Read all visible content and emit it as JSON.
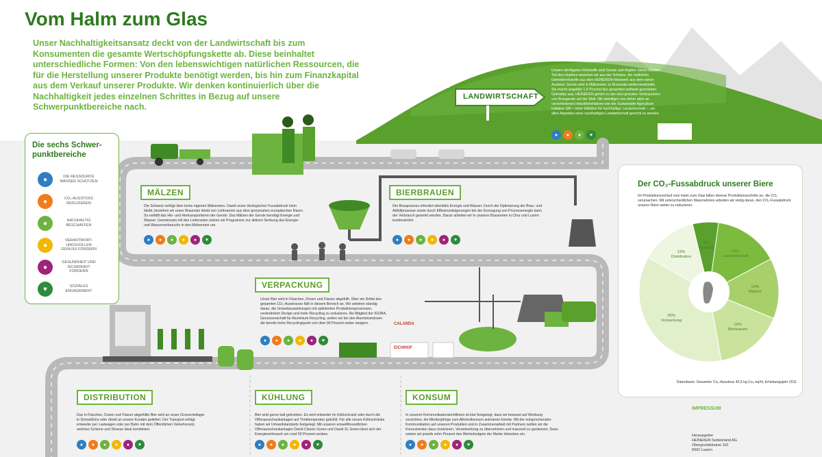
{
  "title": "Vom Halm zum Glas",
  "intro": "Unser Nachhaltigkeitsansatz deckt von der Landwirtschaft bis zum Konsumenten die gesamte Wertschöpfungskette ab. Diese beinhaltet unterschiedliche Formen: Von den lebenswichtigen natürlichen Ressourcen, die für die Herstellung unserer Produkte benötigt werden, bis hin zum Finanzkapital aus dem Verkauf unserer Produkte. Wir denken kontinuierlich über die Nachhaltigkeit jedes einzelnen Schrittes in Bezug auf unsere Schwerpunktbereiche nach.",
  "legend": {
    "title": "Die sechs Schwer-punktbereiche",
    "items": [
      {
        "label": "DIE RESSOURCE WASSER SCHÜTZEN",
        "color": "#2e7ec1",
        "icon": "water-drop-icon"
      },
      {
        "label": "CO₂-AUSSTOSS REDUZIEREN",
        "color": "#f07c1a",
        "icon": "footprint-icon"
      },
      {
        "label": "NACHHALTIG BESCHAFFEN",
        "color": "#6db33f",
        "icon": "hop-icon"
      },
      {
        "label": "VERANTWORT-UNGSVOLLEN GENUSS FÖRDERN",
        "color": "#f2b705",
        "icon": "glass-icon"
      },
      {
        "label": "GESUNDHEIT UND SICHERHEIT FÖRDERN",
        "color": "#a0237a",
        "icon": "shield-icon"
      },
      {
        "label": "SOZIALES ENGAGEMENT",
        "color": "#2e8b3a",
        "icon": "heart-hands-icon"
      }
    ]
  },
  "stages": {
    "landwirtschaft": {
      "label": "LANDWIRTSCHAFT",
      "text": "Unsere wichtigsten Rohstoffe sind Gerste und Hopfen: Einen kleinen Teil des Hopfens beziehen wir aus der Schweiz, die restlichen Getreiderohstoffe aus dem HEINEKEN-Netzwerk aus dem nahen Ausland. Gerste wird in Mälzereien zu Braumalz weiterverarbeitet. Sie macht ungefähr 1,6 Prozent des gesamten weltweit geernteten Getreides aus. HEINEKEN gehört zu den drei grössten Verbrauchern von Braugerste auf der Welt. Wir beteiligen uns daher aktiv an verschiedenen Industrieinitiativen wie der Sustainable Agriculture Initiative SAI – einer Initiative für nachhaltige Landwirtschaft –, um allen Aspekten einer nachhaltigen Landwirtschaft gerecht zu werden."
    },
    "maelzen": {
      "label": "MÄLZEN",
      "text": "Die Schweiz verfügt über keine eigenen Mälzereien. Damit unser ökologischer Fussabdruck klein bleibt, beziehen wir unser Braumalz direkt von Lieferanten aus dem grenznahen europäischen Raum. So entfällt das Hin- und Hertransportieren der Gerste. Das Mälzen der Gerste benötigt Energie und Wasser. Gemeinsam mit den Lieferanten setzen wir Programme zur aktiven Senkung des Energie- und Wasserverbrauchs in den Mälzereien um."
    },
    "bierbrauen": {
      "label": "BIERBRAUEN",
      "text": "Der Brauprozess erfordert ebenfalls Energie und Wasser. Durch die Optimierung der Brau- und Abfüllprozesse sowie durch Effizienzsteigerungen bei der Erzeugung von Prozessenergie kann der Verbrauch gesenkt werden. Daran arbeiten wir in unseren Brauereien in Chur und Luzern kontinuierlich."
    },
    "verpackung": {
      "label": "VERPACKUNG",
      "text": "Unser Bier wird in Flaschen, Dosen und Fässer abgefüllt. Über ein Drittel des gesamten CO₂-Ausstosses fällt in diesem Bereich an. Wir arbeiten ständig daran, die Umweltauswirkungen mit optimierten Produktionsprozessen, verändertem Design und mehr Recycling zu reduzieren. Als Mitglied der IGORA, Genossenschaft für Aluminium-Recycling, wollen wir bei den Aluminiumdosen die bereits hohe Recyclingquote von über 90 Prozent weiter steigern."
    },
    "distribution": {
      "label": "DISTRIBUTION",
      "text": "Das in Flaschen, Dosen und Fässer abgefüllte Bier wird an unser Grosverteilager in Domat/Ems oder direkt an unsere Kunden geliefert. Der Transport erfolgt entweder per Lastwagen oder per Bahn mit dem Öffentlichen Verkehrsnetz, welches Schiene und Strasse ideal kombiniert."
    },
    "kuehlung": {
      "label": "KÜHLUNG",
      "text": "Bier wird gerne kalt getrunken. Es wird entweder im Kühlschrank oder durch die Offenausschankanlagen auf Trinktemperatur gekühlt. Für alle neuen Kühlschränke haben wir Umweltstandards festgelegt. Mit unseren umweltfreundlichen Offenausschankanlagen David Classic Green und David XL Green lässt sich der Energieverbrauch um rund 50 Prozent senken."
    },
    "konsum": {
      "label": "KONSUM",
      "text": "In unseren Kommunikationsrichtlinien ist klar festgelegt, dass wir bewusst auf Werbung verzichten, die Minderjährige zum Alkoholkonsum animieren könnte. Mit der entsprechenden Kommunikation auf unseren Produkten und in Zusammenarbeit mit Partnern wollen wir die Konsumenten dazu motivieren, Verantwortung zu übernehmen und massvoll zu geniessen. Dazu setzen wir jeweils zehn Prozent des Werbebudgets der Marke Heineken ein."
    }
  },
  "co2": {
    "title": "Der CO₂-Fussabdruck unserer Biere",
    "text": "Im Produktionsverlauf vom Halm zum Glas fallen diverse Produktionsschritte an, die CO₂ verursachen. Mit unterschiedlichen Massnahmen arbeiten wir stetig daran, den CO₂-Fussabdruck unserer Biere weiter zu reduzieren.",
    "source": "Datenbasis: Gesamter Co₂-Ausstoss 45,5 kg Co₂-eq/hl, Erhebungsjahr 2011"
  },
  "chart_data": {
    "type": "pie",
    "categories": [
      "Landwirtschaft",
      "Mälzen",
      "Bierbrauen",
      "Verpackung",
      "Distribution",
      "Kühlung"
    ],
    "values": [
      15,
      14,
      16,
      36,
      13,
      6
    ],
    "labels": [
      "15%",
      "14%",
      "16%",
      "36%",
      "13%",
      "6%"
    ],
    "colors": [
      "#7dbb3e",
      "#a8d06a",
      "#c9e39c",
      "#e2efcb",
      "#eef5e0",
      "#5aa02c"
    ]
  },
  "impressum": {
    "title": "IMPRESSUM",
    "lines": [
      "Herausgeber",
      "HEINEKEN Switzerland AG",
      "Obergrundstrasse 110",
      "6002 Luzern"
    ]
  },
  "brands": [
    "CALANDA",
    "EICHHOF"
  ]
}
